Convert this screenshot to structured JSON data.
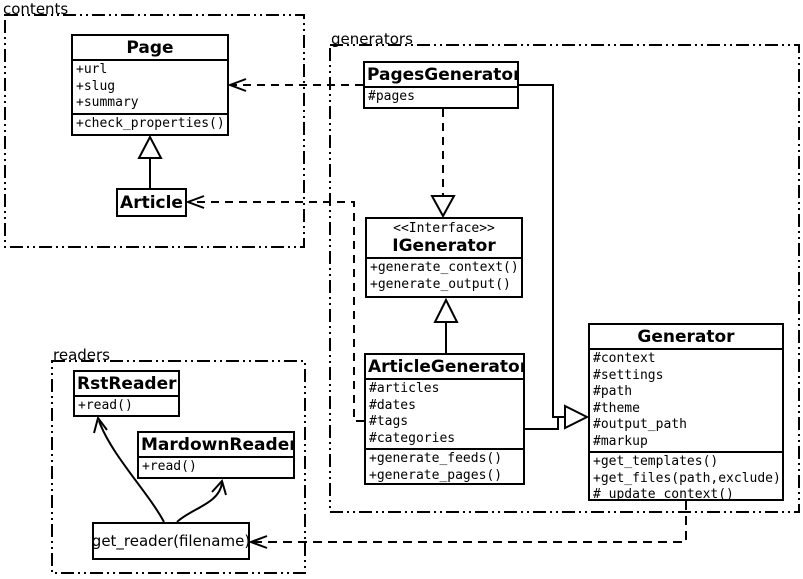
{
  "packages": {
    "contents": {
      "label": "contents"
    },
    "generators": {
      "label": "generators"
    },
    "readers": {
      "label": "readers"
    }
  },
  "classes": {
    "page": {
      "name": "Page",
      "attributes": [
        "+url",
        "+slug",
        "+summary"
      ],
      "methods": [
        "+check_properties()"
      ]
    },
    "article": {
      "name": "Article"
    },
    "pages_generator": {
      "name": "PagesGenerator",
      "attributes": [
        "#pages"
      ]
    },
    "igenerator": {
      "stereotype": "<<Interface>>",
      "name": "IGenerator",
      "methods": [
        "+generate_context()",
        "+generate_output()"
      ]
    },
    "article_generator": {
      "name": "ArticleGenerator",
      "attributes": [
        "#articles",
        "#dates",
        "#tags",
        "#categories"
      ],
      "methods": [
        "+generate_feeds()",
        "+generate_pages()"
      ]
    },
    "generator": {
      "name": "Generator",
      "attributes": [
        "#context",
        "#settings",
        "#path",
        "#theme",
        "#output_path",
        "#markup"
      ],
      "methods": [
        "+get_templates()",
        "+get_files(path,exclude)",
        "#_update_context()"
      ]
    },
    "rst_reader": {
      "name": "RstReader",
      "methods": [
        "+read()"
      ]
    },
    "markdown_reader": {
      "name": "MardownReader",
      "methods": [
        "+read()"
      ]
    },
    "get_reader": {
      "name": "get_reader(filename)"
    }
  },
  "relationships": [
    {
      "from": "Article",
      "to": "Page",
      "type": "inheritance"
    },
    {
      "from": "PagesGenerator",
      "to": "Page",
      "type": "dependency"
    },
    {
      "from": "ArticleGenerator",
      "to": "Article",
      "type": "dependency"
    },
    {
      "from": "PagesGenerator",
      "to": "IGenerator",
      "type": "realization"
    },
    {
      "from": "ArticleGenerator",
      "to": "IGenerator",
      "type": "inheritance"
    },
    {
      "from": "PagesGenerator",
      "to": "Generator",
      "type": "inheritance"
    },
    {
      "from": "ArticleGenerator",
      "to": "Generator",
      "type": "inheritance"
    },
    {
      "from": "Generator",
      "to": "get_reader(filename)",
      "type": "dependency"
    },
    {
      "from": "get_reader(filename)",
      "to": "RstReader",
      "type": "association"
    },
    {
      "from": "get_reader(filename)",
      "to": "MardownReader",
      "type": "association"
    }
  ],
  "colors": {
    "line": "#000000",
    "background": "#ffffff",
    "box_fill": "#ffffff"
  }
}
